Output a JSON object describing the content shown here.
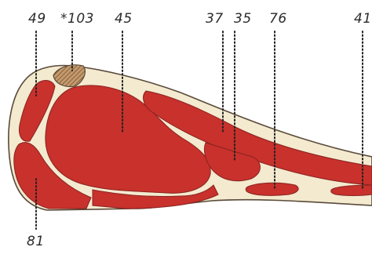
{
  "labels": {
    "l49": "49",
    "l103": "*103",
    "l45": "45",
    "l37": "37",
    "l35": "35",
    "l76": "76",
    "l41": "41",
    "l81": "81"
  },
  "colors": {
    "muscle": "#c8312c",
    "muscle_dark": "#a8231f",
    "fat": "#f3ead0",
    "outline": "#5a4a3a",
    "bone": "#b07a55",
    "label_text": "#2b2b2b"
  }
}
